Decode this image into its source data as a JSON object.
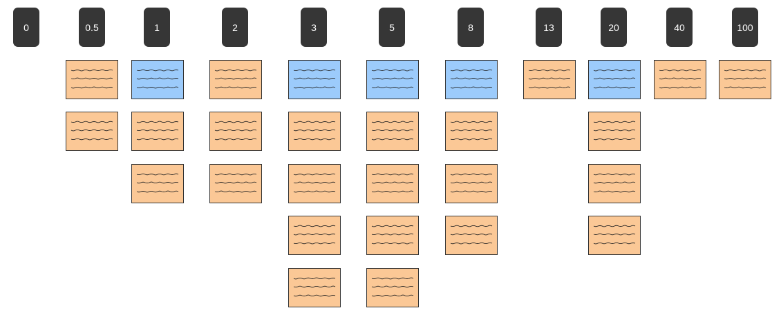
{
  "estimates": [
    "0",
    "0.5",
    "1",
    "2",
    "3",
    "5",
    "8",
    "13",
    "20",
    "40",
    "100"
  ],
  "columns": [
    [
      "orange",
      "orange"
    ],
    [
      "blue",
      "orange",
      "orange"
    ],
    [
      "orange",
      "orange",
      "orange"
    ],
    [
      "blue",
      "orange",
      "orange",
      "orange",
      "orange"
    ],
    [
      "blue",
      "orange",
      "orange",
      "orange",
      "orange"
    ],
    [
      "blue",
      "orange",
      "orange",
      "orange"
    ],
    [
      "orange"
    ],
    [
      "blue",
      "orange",
      "orange",
      "orange"
    ],
    [
      "orange"
    ],
    [
      "orange"
    ]
  ],
  "colors": {
    "card": "#363636",
    "orange": "#fbc896",
    "blue": "#9ccbfb",
    "scribble": "#222222"
  }
}
